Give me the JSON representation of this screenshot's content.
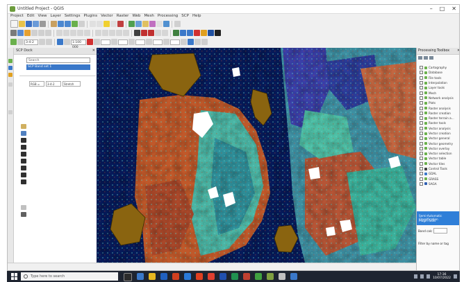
{
  "window": {
    "title": "Untitled Project - QGIS",
    "controls": [
      "–",
      "□",
      "✕"
    ]
  },
  "menu": [
    "Project",
    "Edit",
    "View",
    "Layer",
    "Settings",
    "Plugins",
    "Vector",
    "Raster",
    "Web",
    "Mesh",
    "Processing",
    "SCP",
    "Help"
  ],
  "toolbar": {
    "band_combo": "3-4-2",
    "scale_combo": "1:100 000"
  },
  "left_panel": {
    "title": "SCP Dock",
    "search_placeholder": "Search",
    "selected_item": "SCP Band set 1",
    "row": [
      "RGB =",
      "3-4-2",
      "Stretch"
    ]
  },
  "right_panel": {
    "title": "Processing Toolbox",
    "items": [
      "Cartography",
      "Database",
      "File tools",
      "Interpolation",
      "Layer tools",
      "Mesh",
      "Network analysis",
      "Plots",
      "Raster analysis",
      "Raster creation",
      "Raster terrain a...",
      "Raster tools",
      "Vector analysis",
      "Vector creation",
      "Vector general",
      "Vector geometry",
      "Vector overlay",
      "Vector selection",
      "Vector table",
      "Vector tiles",
      "Control Tools",
      "GDAL",
      "GRASS",
      "SAGA"
    ],
    "highlight_line1": "Semi-Automatic Classification",
    "highlight_line2": "Plugin tools",
    "footer_field": "Band calc",
    "footer_label": "Filter by name or tag"
  },
  "taskbar": {
    "search_placeholder": "Type here to search",
    "clock_time": "17:36",
    "clock_date": "10/07/2022"
  },
  "colors": {
    "accent": "#3a78c9",
    "polygon": "#8a6410",
    "water": "#061a5a"
  }
}
